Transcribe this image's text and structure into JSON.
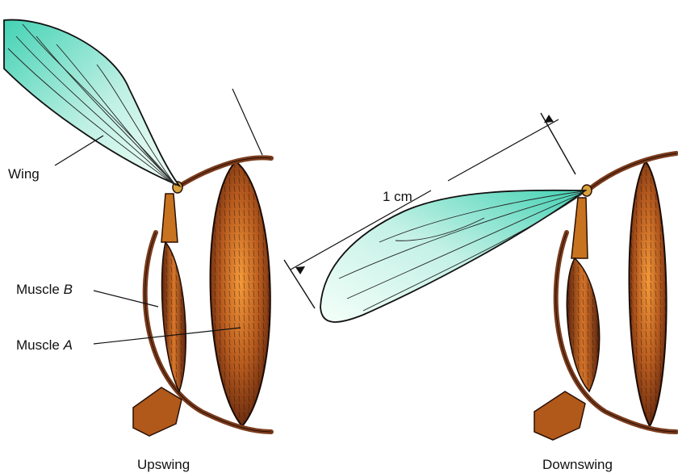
{
  "labels": {
    "wing": "Wing",
    "muscle_b_prefix": "Muscle ",
    "muscle_b_letter": "B",
    "muscle_a_prefix": "Muscle ",
    "muscle_a_letter": "A",
    "scale": "1 cm"
  },
  "captions": {
    "left": "Upswing",
    "right": "Downswing"
  },
  "colors": {
    "wing_light": "#f4fff9",
    "wing_dark": "#44d2b4",
    "muscle_light": "#f08a2a",
    "muscle_dark": "#6a2a10",
    "exoskeleton": "#7a3b1c",
    "outline": "#111111"
  }
}
